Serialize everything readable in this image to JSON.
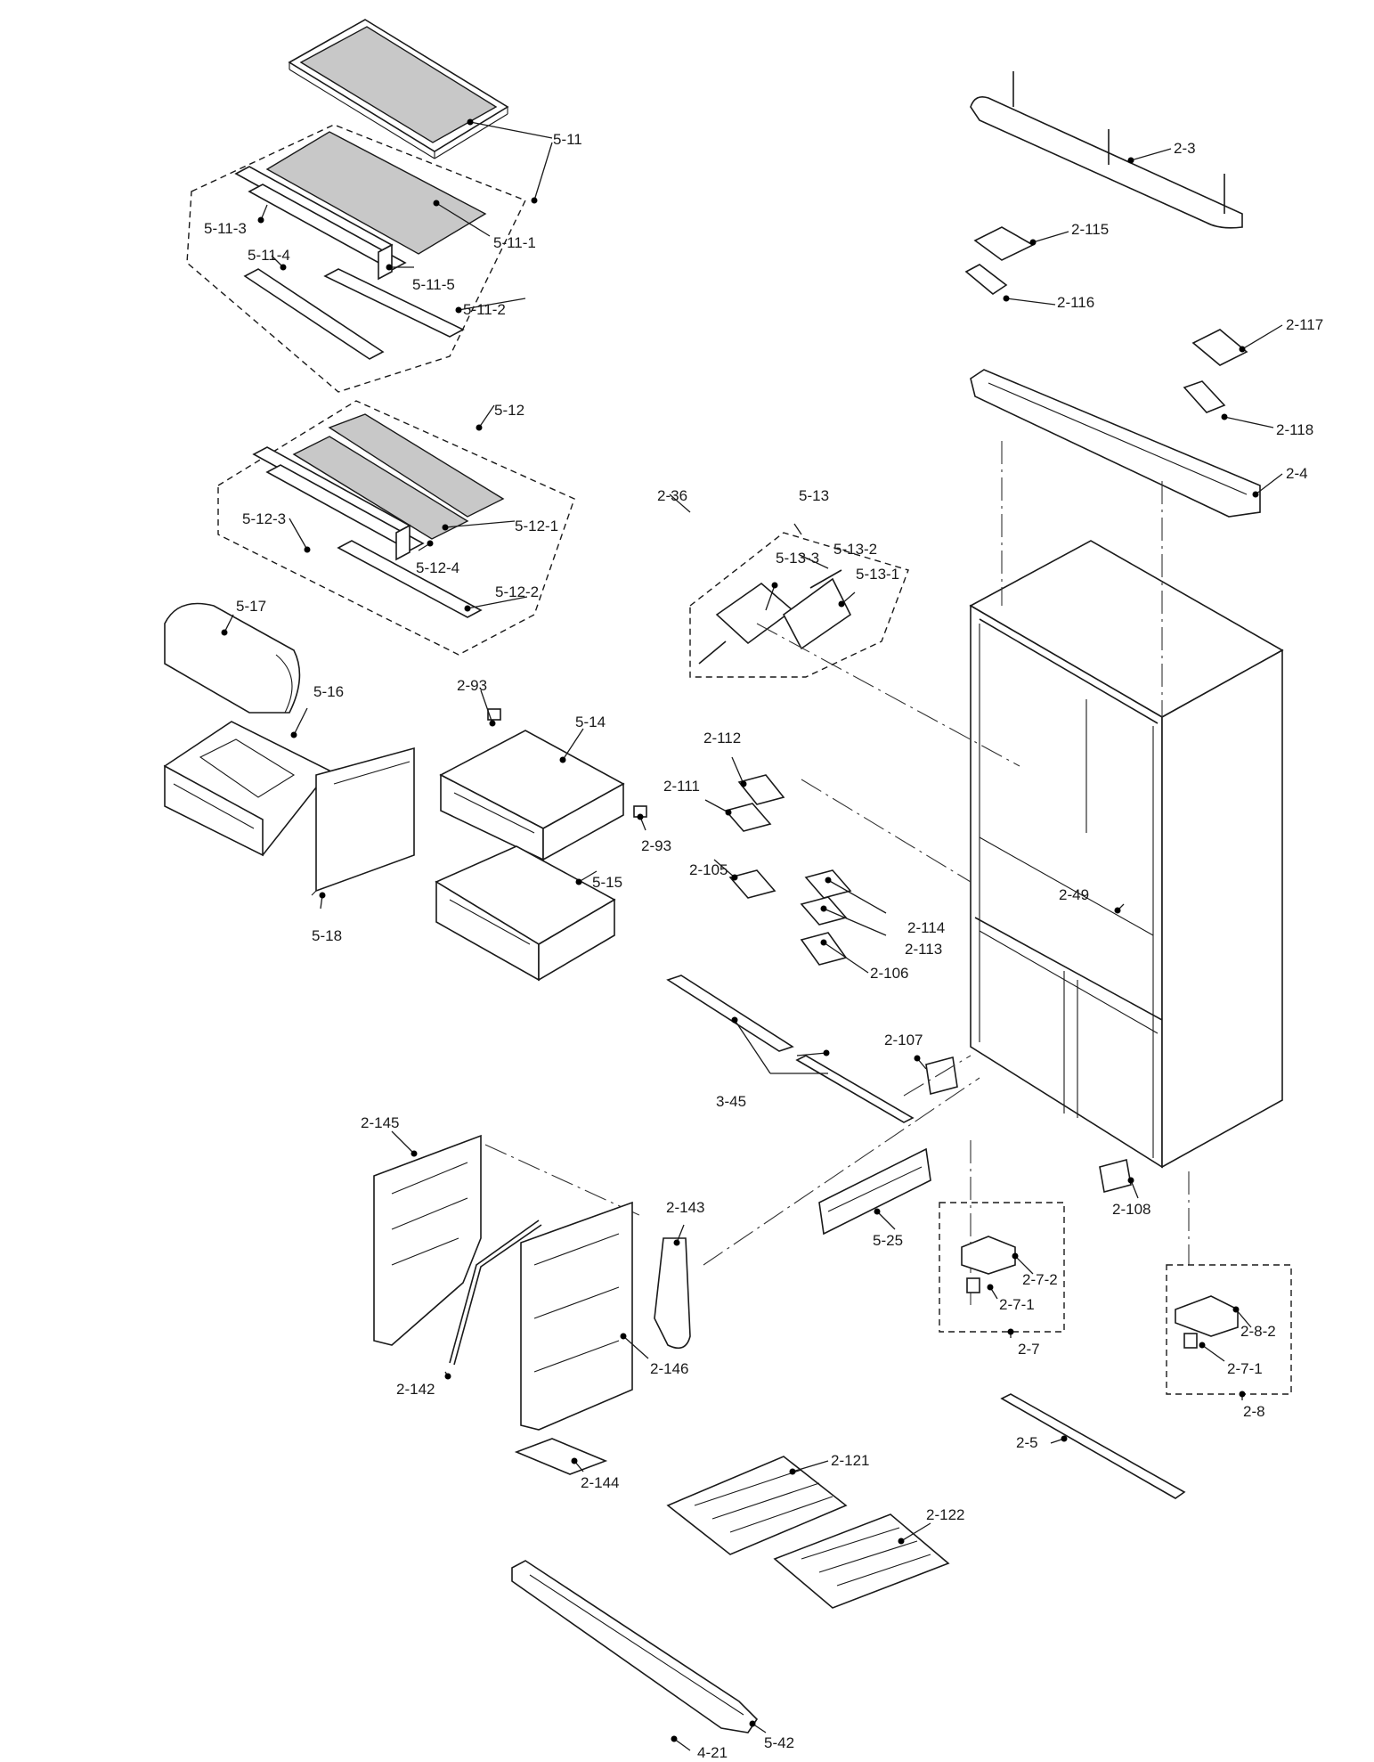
{
  "labels": [
    {
      "id": "5-11",
      "text": "5-11"
    },
    {
      "id": "5-11-1",
      "text": "5-11-1"
    },
    {
      "id": "5-11-2",
      "text": "5-11-2"
    },
    {
      "id": "5-11-3",
      "text": "5-11-3"
    },
    {
      "id": "5-11-4",
      "text": "5-11-4"
    },
    {
      "id": "5-11-5",
      "text": "5-11-5"
    },
    {
      "id": "5-12",
      "text": "5-12"
    },
    {
      "id": "5-12-1",
      "text": "5-12-1"
    },
    {
      "id": "5-12-2",
      "text": "5-12-2"
    },
    {
      "id": "5-12-3",
      "text": "5-12-3"
    },
    {
      "id": "5-12-4",
      "text": "5-12-4"
    },
    {
      "id": "5-13",
      "text": "5-13"
    },
    {
      "id": "5-13-1",
      "text": "5-13-1"
    },
    {
      "id": "5-13-2",
      "text": "5-13-2"
    },
    {
      "id": "5-13-3",
      "text": "5-13-3"
    },
    {
      "id": "5-14",
      "text": "5-14"
    },
    {
      "id": "5-15",
      "text": "5-15"
    },
    {
      "id": "5-16",
      "text": "5-16"
    },
    {
      "id": "5-17",
      "text": "5-17"
    },
    {
      "id": "5-18",
      "text": "5-18"
    },
    {
      "id": "5-25",
      "text": "5-25"
    },
    {
      "id": "5-42",
      "text": "5-42"
    },
    {
      "id": "4-21",
      "text": "4-21"
    },
    {
      "id": "3-45",
      "text": "3-45"
    },
    {
      "id": "2-3",
      "text": "2-3"
    },
    {
      "id": "2-4",
      "text": "2-4"
    },
    {
      "id": "2-5",
      "text": "2-5"
    },
    {
      "id": "2-7",
      "text": "2-7"
    },
    {
      "id": "2-7-1a",
      "text": "2-7-1"
    },
    {
      "id": "2-7-1b",
      "text": "2-7-1"
    },
    {
      "id": "2-7-2",
      "text": "2-7-2"
    },
    {
      "id": "2-8",
      "text": "2-8"
    },
    {
      "id": "2-8-2",
      "text": "2-8-2"
    },
    {
      "id": "2-36",
      "text": "2-36"
    },
    {
      "id": "2-49",
      "text": "2-49"
    },
    {
      "id": "2-93a",
      "text": "2-93"
    },
    {
      "id": "2-93b",
      "text": "2-93"
    },
    {
      "id": "2-105",
      "text": "2-105"
    },
    {
      "id": "2-106",
      "text": "2-106"
    },
    {
      "id": "2-107",
      "text": "2-107"
    },
    {
      "id": "2-108",
      "text": "2-108"
    },
    {
      "id": "2-111",
      "text": "2-111"
    },
    {
      "id": "2-112",
      "text": "2-112"
    },
    {
      "id": "2-113",
      "text": "2-113"
    },
    {
      "id": "2-114",
      "text": "2-114"
    },
    {
      "id": "2-115",
      "text": "2-115"
    },
    {
      "id": "2-116",
      "text": "2-116"
    },
    {
      "id": "2-117",
      "text": "2-117"
    },
    {
      "id": "2-118",
      "text": "2-118"
    },
    {
      "id": "2-121",
      "text": "2-121"
    },
    {
      "id": "2-122",
      "text": "2-122"
    },
    {
      "id": "2-142",
      "text": "2-142"
    },
    {
      "id": "2-143",
      "text": "2-143"
    },
    {
      "id": "2-144",
      "text": "2-144"
    },
    {
      "id": "2-145",
      "text": "2-145"
    },
    {
      "id": "2-146",
      "text": "2-146"
    }
  ]
}
